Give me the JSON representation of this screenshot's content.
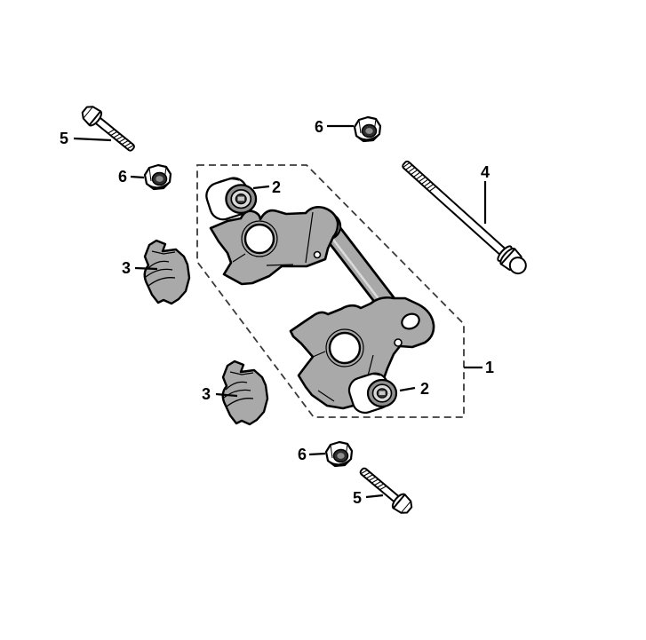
{
  "canvas": {
    "background": "#ffffff"
  },
  "palette": {
    "outline": "#000000",
    "part_fill": "#a9a9a9",
    "bushing_face": "#8f8f8f",
    "bushing_ring": "#d9d9d9",
    "bore_dark": "#2e2e2e",
    "tube_highlight": "#dcdcdc",
    "dashed_boundary": "#3a3a3a"
  },
  "diagram": {
    "type": "exploded-parts-diagram",
    "callouts": [
      {
        "ref": "5",
        "part": "bolt-short-top"
      },
      {
        "ref": "6",
        "part": "nut-top-left"
      },
      {
        "ref": "2",
        "part": "bushing-top"
      },
      {
        "ref": "6",
        "part": "nut-top-center"
      },
      {
        "ref": "4",
        "part": "bolt-long"
      },
      {
        "ref": "3",
        "part": "bracket-upper"
      },
      {
        "ref": "1",
        "part": "bracket-assembly"
      },
      {
        "ref": "3",
        "part": "bracket-lower"
      },
      {
        "ref": "2",
        "part": "bushing-bottom"
      },
      {
        "ref": "6",
        "part": "nut-bottom"
      },
      {
        "ref": "5",
        "part": "bolt-short-bottom"
      }
    ]
  }
}
